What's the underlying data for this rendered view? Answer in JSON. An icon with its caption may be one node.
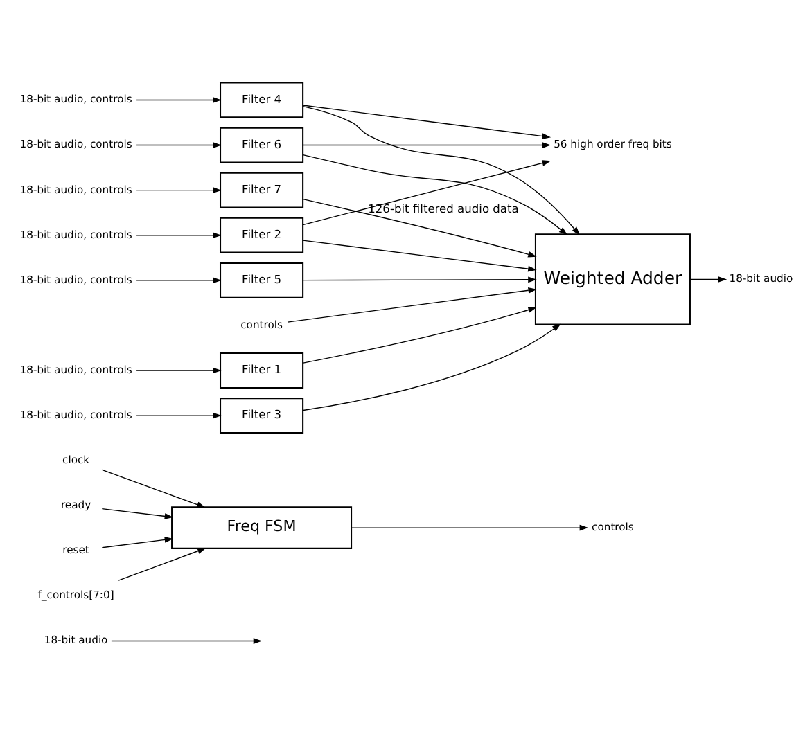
{
  "diagram": {
    "nodes": [
      {
        "text": [
          "18-bit audio"
        ]
      },
      {
        "text": [
          "clock"
        ]
      },
      {
        "text": [
          "ready"
        ]
      },
      {
        "text": [
          "reset"
        ]
      },
      {
        "text": [
          "f_controls[7:0]"
        ]
      },
      {
        "text": [
          "Freq FSM"
        ]
      },
      {
        "text": [
          "controls"
        ]
      },
      {
        "text": [
          "18-bit audio, controls"
        ]
      },
      {
        "text": [
          "Filter 1"
        ]
      },
      {
        "text": [
          "18-bit audio, controls"
        ]
      },
      {
        "text": [
          "Filter 2"
        ]
      },
      {
        "text": [
          "18-bit audio, controls"
        ]
      },
      {
        "text": [
          "Filter 3"
        ]
      },
      {
        "text": [
          "18-bit audio, controls"
        ]
      },
      {
        "text": [
          "Filter 4"
        ]
      },
      {
        "text": [
          "18-bit audio, controls"
        ]
      },
      {
        "text": [
          "Filter 5"
        ]
      },
      {
        "text": [
          "18-bit audio, controls"
        ]
      },
      {
        "text": [
          "Filter 6"
        ]
      },
      {
        "text": [
          "18-bit audio, controls"
        ]
      },
      {
        "text": [
          "Filter 7"
        ]
      },
      {
        "text": [
          "56 high order freq bits"
        ]
      },
      {
        "text": [
          "controls"
        ]
      },
      {
        "text": [
          "Weighted Adder"
        ]
      },
      {
        "text": [
          "18-bit audio"
        ]
      }
    ],
    "edges": [
      {
        "from": 0,
        "to": null,
        "arrow": "to"
      },
      {
        "from": 1,
        "to": 5,
        "arrow": "to"
      },
      {
        "from": 2,
        "to": 5,
        "arrow": "to"
      },
      {
        "from": 3,
        "to": 5,
        "arrow": "to"
      },
      {
        "from": 4,
        "to": 5,
        "arrow": "to"
      },
      {
        "from": 5,
        "to": 6,
        "arrow": "to"
      },
      {
        "from": 7,
        "to": 8,
        "arrow": "to"
      },
      {
        "from": 9,
        "to": 10,
        "arrow": "to"
      },
      {
        "from": 11,
        "to": 12,
        "arrow": "to"
      },
      {
        "from": 13,
        "to": 14,
        "arrow": "to"
      },
      {
        "from": 15,
        "to": 16,
        "arrow": "to"
      },
      {
        "from": 17,
        "to": 18,
        "arrow": "to"
      },
      {
        "from": 19,
        "to": 20,
        "arrow": "to"
      },
      {
        "from": 8,
        "to": 23,
        "arrow": "to"
      },
      {
        "from": 12,
        "to": 23,
        "arrow": "to"
      },
      {
        "from": 16,
        "to": 23,
        "arrow": "to"
      },
      {
        "from": 20,
        "to": 23,
        "arrow": "to",
        "label": "126-bit filtered audio data"
      },
      {
        "from": 10,
        "to": 23,
        "arrow": "to"
      },
      {
        "from": 14,
        "to": 23,
        "arrow": "to"
      },
      {
        "from": 18,
        "to": 23,
        "arrow": "to"
      },
      {
        "from": 10,
        "to": 21,
        "arrow": "to"
      },
      {
        "from": 14,
        "to": 21,
        "arrow": "to"
      },
      {
        "from": 18,
        "to": 21,
        "arrow": "to"
      },
      {
        "from": 22,
        "to": 23,
        "arrow": "to"
      },
      {
        "from": 23,
        "to": 24,
        "arrow": "to"
      }
    ]
  }
}
